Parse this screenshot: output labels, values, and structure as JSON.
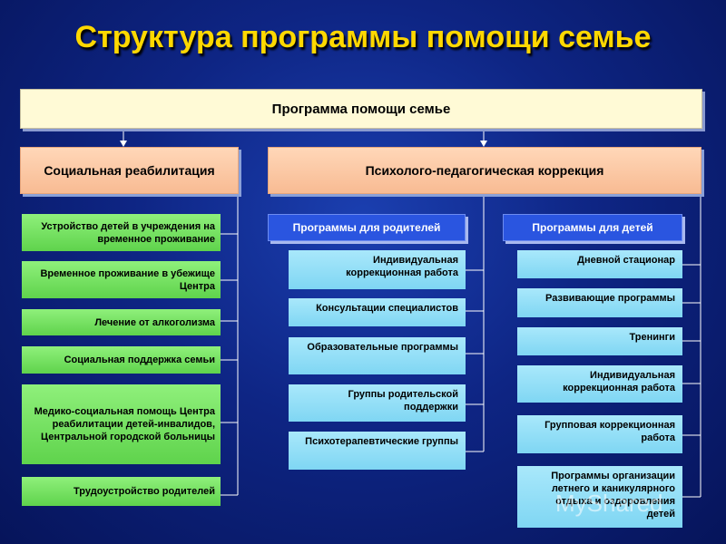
{
  "title": "Структура программы помощи семье",
  "top": "Программа помощи семье",
  "left_header": "Социальная реабилитация",
  "right_header": "Психолого-педагогическая коррекция",
  "parents_header": "Программы для родителей",
  "children_header": "Программы для детей",
  "left_items": [
    "Устройство детей в учреждения на временное проживание",
    "Временное проживание в убежище Центра",
    "Лечение от алкоголизма",
    "Социальная поддержка семьи",
    "Медико-социальная помощь Центра реабилитации детей-инвалидов, Центральной городской больницы",
    "Трудоустройство родителей"
  ],
  "parent_items": [
    "Индивидуальная коррекционная работа",
    "Консультации специалистов",
    "Образовательные программы",
    "Группы родительской поддержки",
    "Психотерапевтические группы"
  ],
  "child_items": [
    "Дневной стационар",
    "Развивающие программы",
    "Тренинги",
    "Индивидуальная коррекционная работа",
    "Групповая коррекционная работа",
    "Программы организации летнего и каникулярного отдыха и оздоровления детей"
  ],
  "watermark": "MyShared"
}
